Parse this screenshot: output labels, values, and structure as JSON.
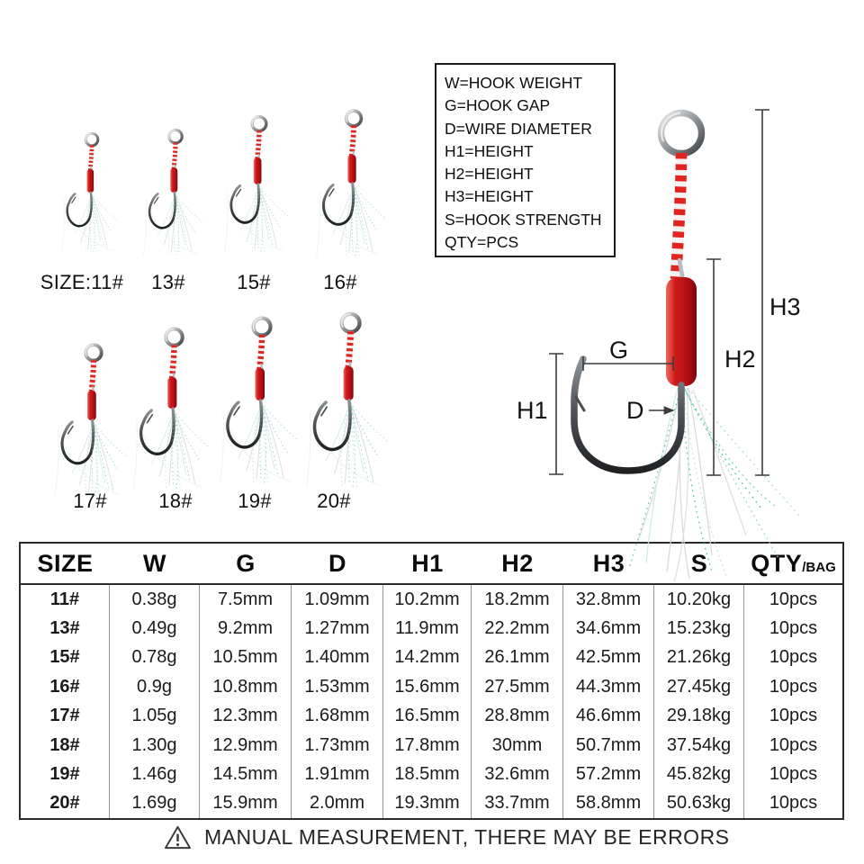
{
  "legend": {
    "lines": [
      "W=HOOK WEIGHT",
      "G=HOOK GAP",
      "D=WIRE DIAMETER",
      "H1=HEIGHT",
      "H2=HEIGHT",
      "H3=HEIGHT",
      "S=HOOK STRENGTH",
      "QTY=PCS"
    ]
  },
  "hooks": {
    "row1_labels": [
      "SIZE:11#",
      "13#",
      "15#",
      "16#"
    ],
    "row2_labels": [
      "17#",
      "18#",
      "19#",
      "20#"
    ]
  },
  "diagram": {
    "labels": {
      "h1": "H1",
      "h2": "H2",
      "h3": "H3",
      "g": "G",
      "d": "D"
    }
  },
  "table": {
    "headers": [
      "SIZE",
      "W",
      "G",
      "D",
      "H1",
      "H2",
      "H3",
      "S"
    ],
    "qty_header": {
      "main": "QTY",
      "sub": "/BAG"
    },
    "rows": [
      [
        "11#",
        "0.38g",
        "7.5mm",
        "1.09mm",
        "10.2mm",
        "18.2mm",
        "32.8mm",
        "10.20kg",
        "10pcs"
      ],
      [
        "13#",
        "0.49g",
        "9.2mm",
        "1.27mm",
        "11.9mm",
        "22.2mm",
        "34.6mm",
        "15.23kg",
        "10pcs"
      ],
      [
        "15#",
        "0.78g",
        "10.5mm",
        "1.40mm",
        "14.2mm",
        "26.1mm",
        "42.5mm",
        "21.26kg",
        "10pcs"
      ],
      [
        "16#",
        "0.9g",
        "10.8mm",
        "1.53mm",
        "15.6mm",
        "27.5mm",
        "44.3mm",
        "27.45kg",
        "10pcs"
      ],
      [
        "17#",
        "1.05g",
        "12.3mm",
        "1.68mm",
        "16.5mm",
        "28.8mm",
        "46.6mm",
        "29.18kg",
        "10pcs"
      ],
      [
        "18#",
        "1.30g",
        "12.9mm",
        "1.73mm",
        "17.8mm",
        "30mm",
        "50.7mm",
        "37.54kg",
        "10pcs"
      ],
      [
        "19#",
        "1.46g",
        "14.5mm",
        "1.91mm",
        "18.5mm",
        "32.6mm",
        "57.2mm",
        "45.82kg",
        "10pcs"
      ],
      [
        "20#",
        "1.69g",
        "15.9mm",
        "2.0mm",
        "19.3mm",
        "33.7mm",
        "58.8mm",
        "50.63kg",
        "10pcs"
      ]
    ]
  },
  "footnote": {
    "text": "MANUAL MEASUREMENT, THERE MAY BE ERRORS"
  },
  "colors": {
    "wrap_red": "#b80e14",
    "cord_red": "#e02420",
    "metal": "#6d7072",
    "tinsel_teal": "#49c0a5",
    "tinsel_gray": "#d6d6d6",
    "table_border": "#2b2b2b",
    "grid_line": "#969696",
    "annotation": "#3c3c3c"
  }
}
